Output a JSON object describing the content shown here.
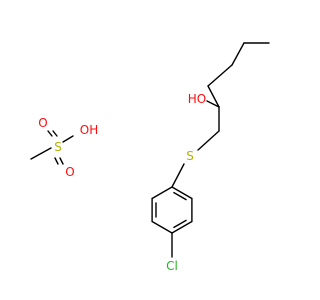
{
  "diagram": {
    "type": "chemical-structure",
    "molecules": [
      {
        "name": "methanesulfonic acid",
        "atom_labels": {
          "sulfur": "S",
          "oxygen_top": "O",
          "oxygen_bottom": "O",
          "hydroxyl": "OH"
        }
      },
      {
        "name": "1-(4-chlorophenyl)sulfanylhexan-2-ol",
        "atom_labels": {
          "sulfur": "S",
          "hydroxyl": "HO",
          "chlorine": "Cl"
        }
      }
    ]
  },
  "colors": {
    "bond": "#000000",
    "oxygen": "#ff0d0d",
    "sulfur": "#b2b200",
    "chlorine": "#1fb61f",
    "background": "#ffffff"
  }
}
